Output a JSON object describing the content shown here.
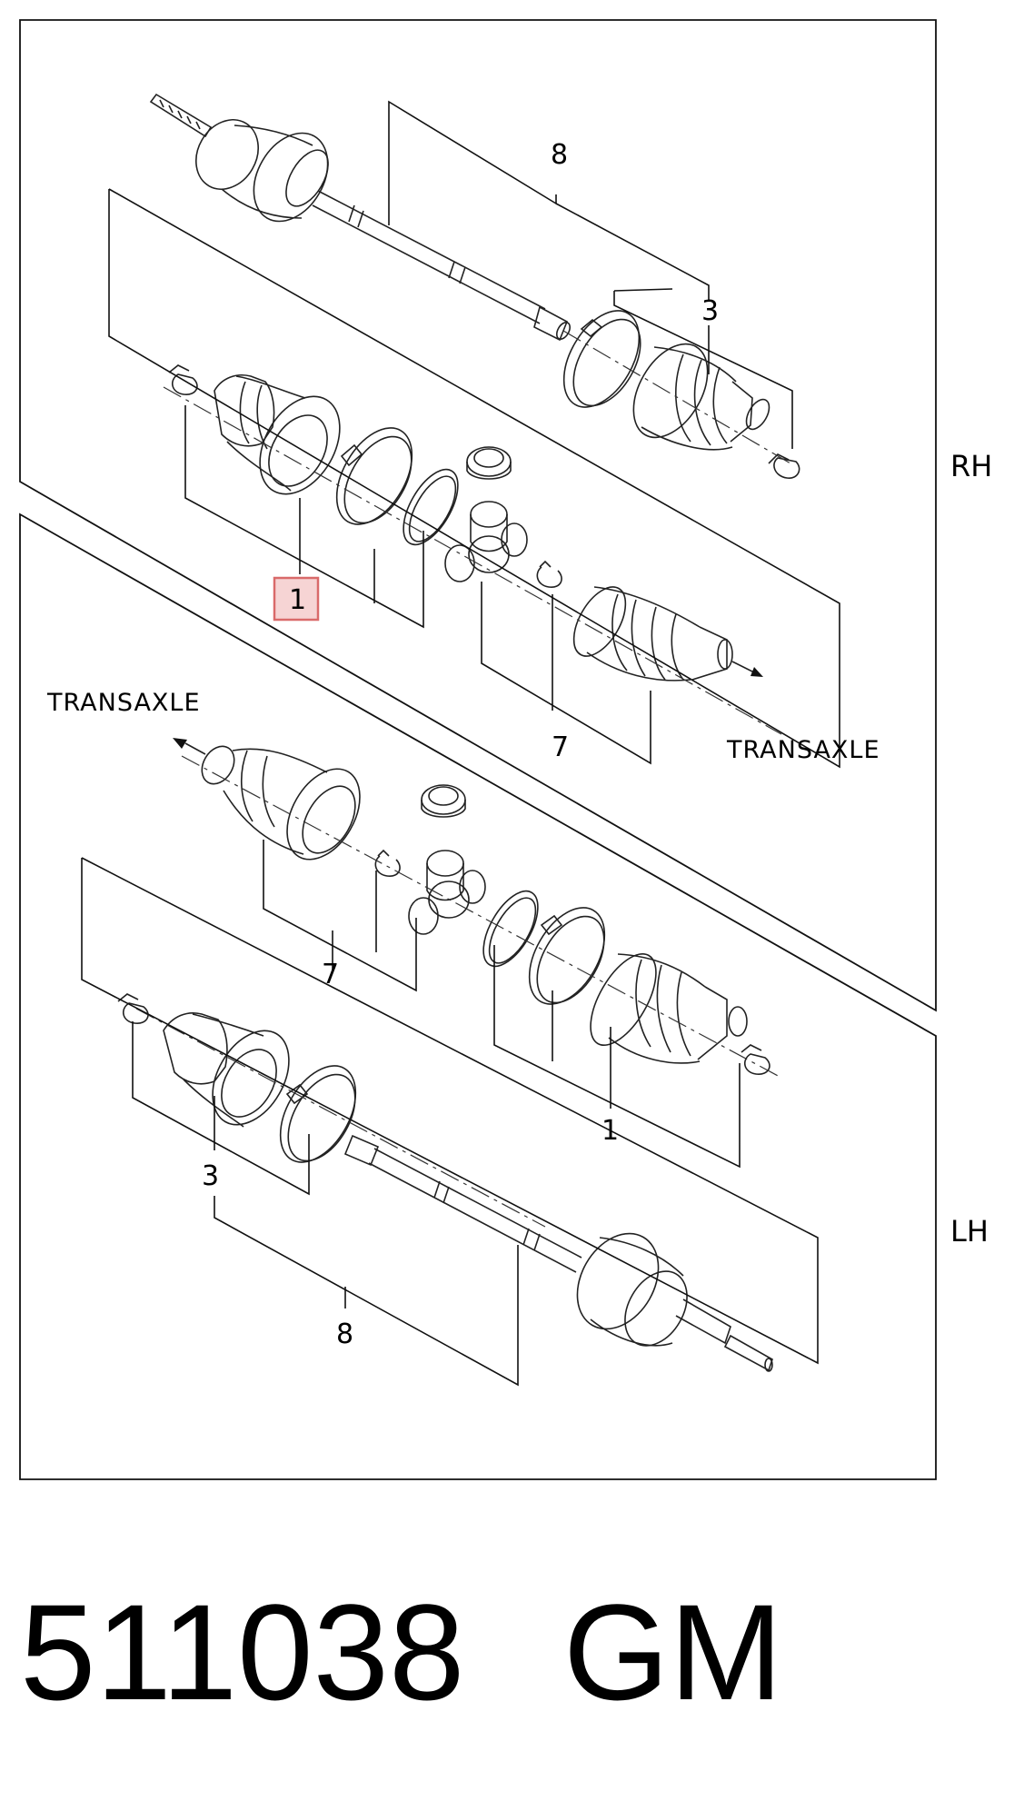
{
  "diagram": {
    "side_labels": {
      "upper": "RH",
      "lower": "LH"
    },
    "direction_labels": {
      "upper": "TRANSAXLE",
      "lower": "TRANSAXLE"
    },
    "callouts": {
      "rh_shaft": "8",
      "rh_outer_boot": "3",
      "rh_outer_kit": "1",
      "rh_inner_kit": "7",
      "lh_inner_kit": "7",
      "lh_boot": "1",
      "lh_outer_boot": "3",
      "lh_shaft": "8"
    },
    "highlighted_callout": "1",
    "highlight_color": "#d96a6a"
  },
  "footer": {
    "part_number": "511038",
    "brand": "GM"
  }
}
